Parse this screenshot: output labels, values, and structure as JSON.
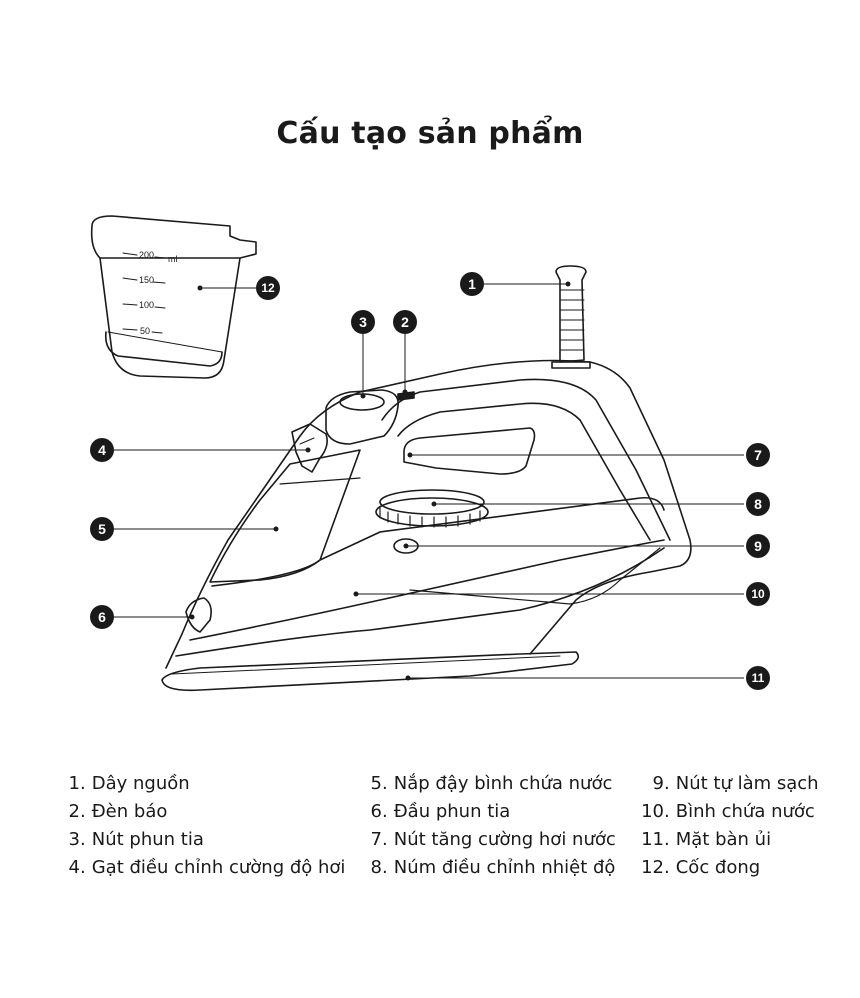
{
  "title": "Cấu tạo sản phẩm",
  "cup_marks": {
    "m200": "200",
    "ml": "ml",
    "m150": "150",
    "m100": "100",
    "m50": "50"
  },
  "callouts": [
    "1",
    "2",
    "3",
    "4",
    "5",
    "6",
    "7",
    "8",
    "9",
    "10",
    "11",
    "12"
  ],
  "legend": {
    "col1": [
      {
        "num": "1",
        "text": "Dây nguồn"
      },
      {
        "num": "2",
        "text": "Đèn báo"
      },
      {
        "num": "3",
        "text": "Nút phun tia"
      },
      {
        "num": "4",
        "text": "Gạt điều chỉnh cường độ hơi"
      }
    ],
    "col2": [
      {
        "num": "5",
        "text": "Nắp đậy bình chứa nước"
      },
      {
        "num": "6",
        "text": "Đầu phun tia"
      },
      {
        "num": "7",
        "text": "Nút tăng cường hơi nước"
      },
      {
        "num": "8",
        "text": "Núm điều chỉnh nhiệt độ"
      }
    ],
    "col3": [
      {
        "num": "9",
        "text": "Nút tự làm sạch"
      },
      {
        "num": "10",
        "text": "Bình chứa nước"
      },
      {
        "num": "11",
        "text": "Mặt bàn ủi"
      },
      {
        "num": "12",
        "text": "Cốc đong"
      }
    ]
  }
}
